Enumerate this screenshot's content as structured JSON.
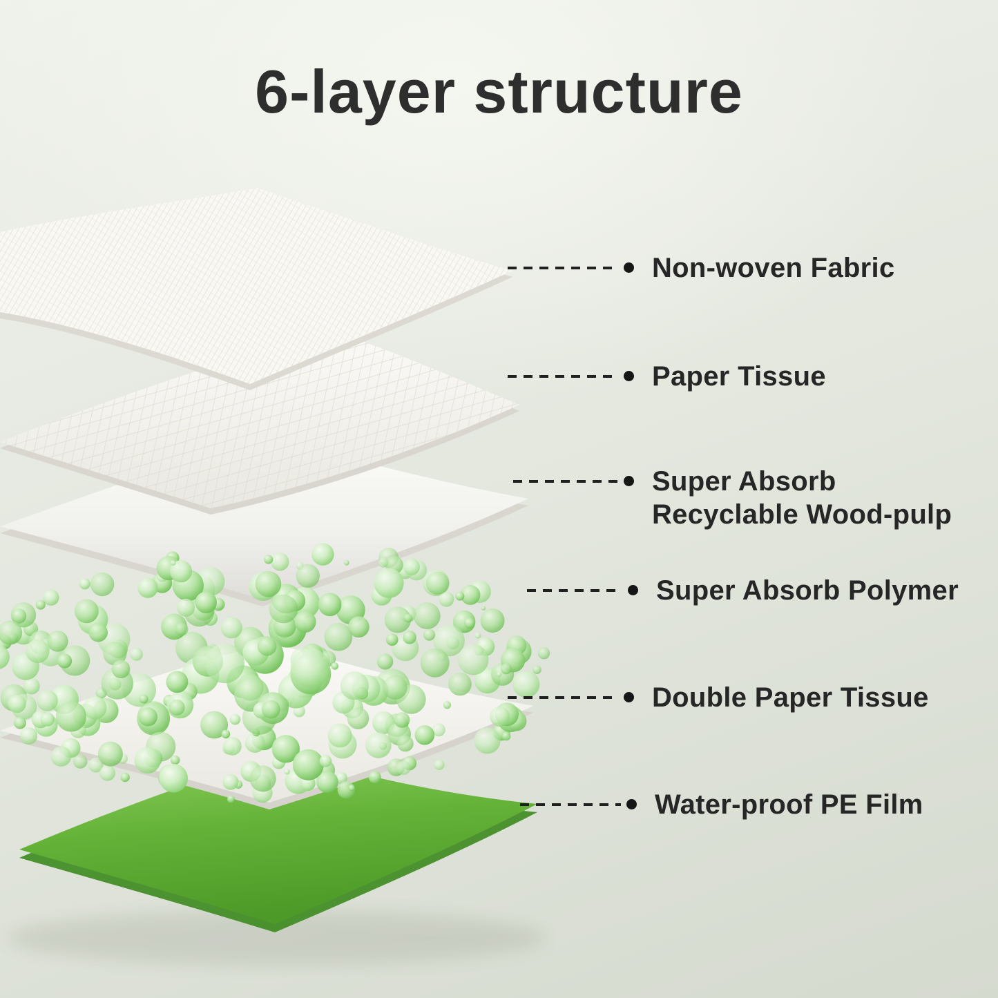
{
  "title": "6-layer structure",
  "layers": [
    {
      "name": "non-woven-fabric",
      "label": "Non-woven Fabric"
    },
    {
      "name": "paper-tissue",
      "label": "Paper Tissue"
    },
    {
      "name": "super-absorb-recyclable-wood-pulp",
      "label": "Super Absorb\nRecyclable Wood-pulp"
    },
    {
      "name": "super-absorb-polymer",
      "label": "Super Absorb Polymer"
    },
    {
      "name": "double-paper-tissue",
      "label": "Double Paper Tissue"
    },
    {
      "name": "water-proof-pe-film",
      "label": "Water-proof PE Film"
    }
  ],
  "colors": {
    "text": "#2e2e2e",
    "leader_line": "#202020",
    "film_green": "#5ca933",
    "polymer_green": "#8bd276",
    "sheet_white": "#f9f8f4",
    "background_top": "#eff1eb",
    "background_bottom": "#d5dacf"
  }
}
